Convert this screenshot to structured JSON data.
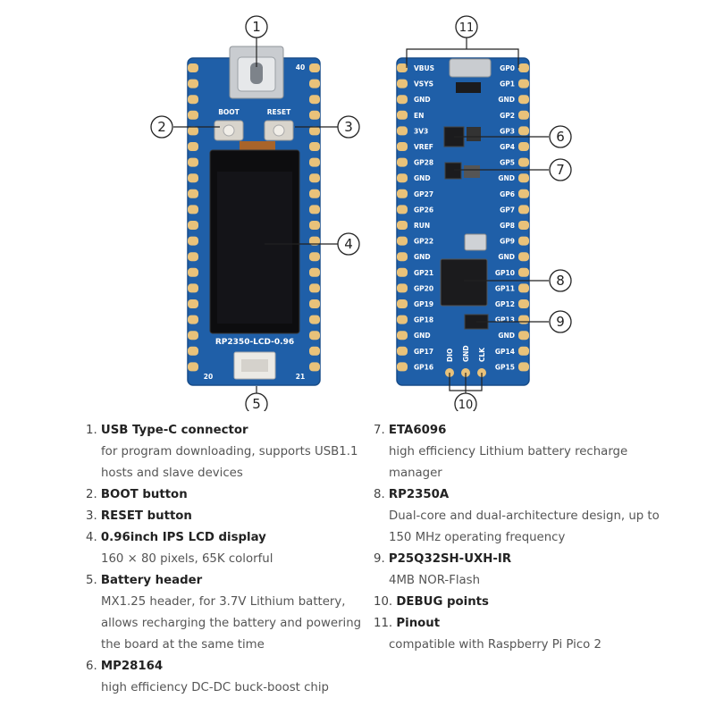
{
  "front_board": {
    "buttons": {
      "boot": "BOOT",
      "reset": "RESET"
    },
    "model": "RP2350-LCD-0.96",
    "pin_numbers": {
      "top_right": "40",
      "bottom_left": "20",
      "bottom_right": "21"
    }
  },
  "back_board": {
    "left_pins": [
      "VBUS",
      "VSYS",
      "GND",
      "EN",
      "3V3",
      "VREF",
      "GP28",
      "GND",
      "GP27",
      "GP26",
      "RUN",
      "GP22",
      "GND",
      "GP21",
      "GP20",
      "GP19",
      "GP18",
      "GND",
      "GP17",
      "GP16"
    ],
    "right_pins": [
      "GP0",
      "GP1",
      "GND",
      "GP2",
      "GP3",
      "GP4",
      "GP5",
      "GND",
      "GP6",
      "GP7",
      "GP8",
      "GP9",
      "GND",
      "GP10",
      "GP11",
      "GP12",
      "GP13",
      "GND",
      "GP14",
      "GP15"
    ],
    "debug_pins": [
      "DIO",
      "GND",
      "CLK"
    ]
  },
  "callouts": [
    "1",
    "2",
    "3",
    "4",
    "5",
    "6",
    "7",
    "8",
    "9",
    "10",
    "11"
  ],
  "legend": [
    {
      "num": "1.",
      "title": "USB Type-C connector",
      "desc": "for program downloading, supports USB1.1 hosts and slave devices"
    },
    {
      "num": "2.",
      "title": "BOOT button",
      "desc": ""
    },
    {
      "num": "3.",
      "title": "RESET button",
      "desc": ""
    },
    {
      "num": "4.",
      "title": "0.96inch IPS LCD display",
      "desc": "160 × 80 pixels, 65K colorful"
    },
    {
      "num": "5.",
      "title": "Battery header",
      "desc": "MX1.25 header, for 3.7V Lithium battery, allows recharging the battery and powering the board at the same time"
    },
    {
      "num": "6.",
      "title": "MP28164",
      "desc": "high efficiency DC-DC buck-boost chip"
    },
    {
      "num": "7.",
      "title": "ETA6096",
      "desc": "high efficiency Lithium battery recharge manager"
    },
    {
      "num": "8.",
      "title": "RP2350A",
      "desc": "Dual-core and dual-architecture design, up to 150 MHz operating frequency"
    },
    {
      "num": "9.",
      "title": "P25Q32SH-UXH-IR",
      "desc": "4MB NOR-Flash"
    },
    {
      "num": "10.",
      "title": "DEBUG points",
      "desc": ""
    },
    {
      "num": "11.",
      "title": "Pinout",
      "desc": "compatible with Raspberry Pi Pico 2"
    }
  ],
  "colors": {
    "pcb": "#1f5fa8",
    "pcb_edge": "#184d8a",
    "pad": "#e9c27a",
    "lcd": "#0d0d0f",
    "chip": "#1b1b1d"
  }
}
